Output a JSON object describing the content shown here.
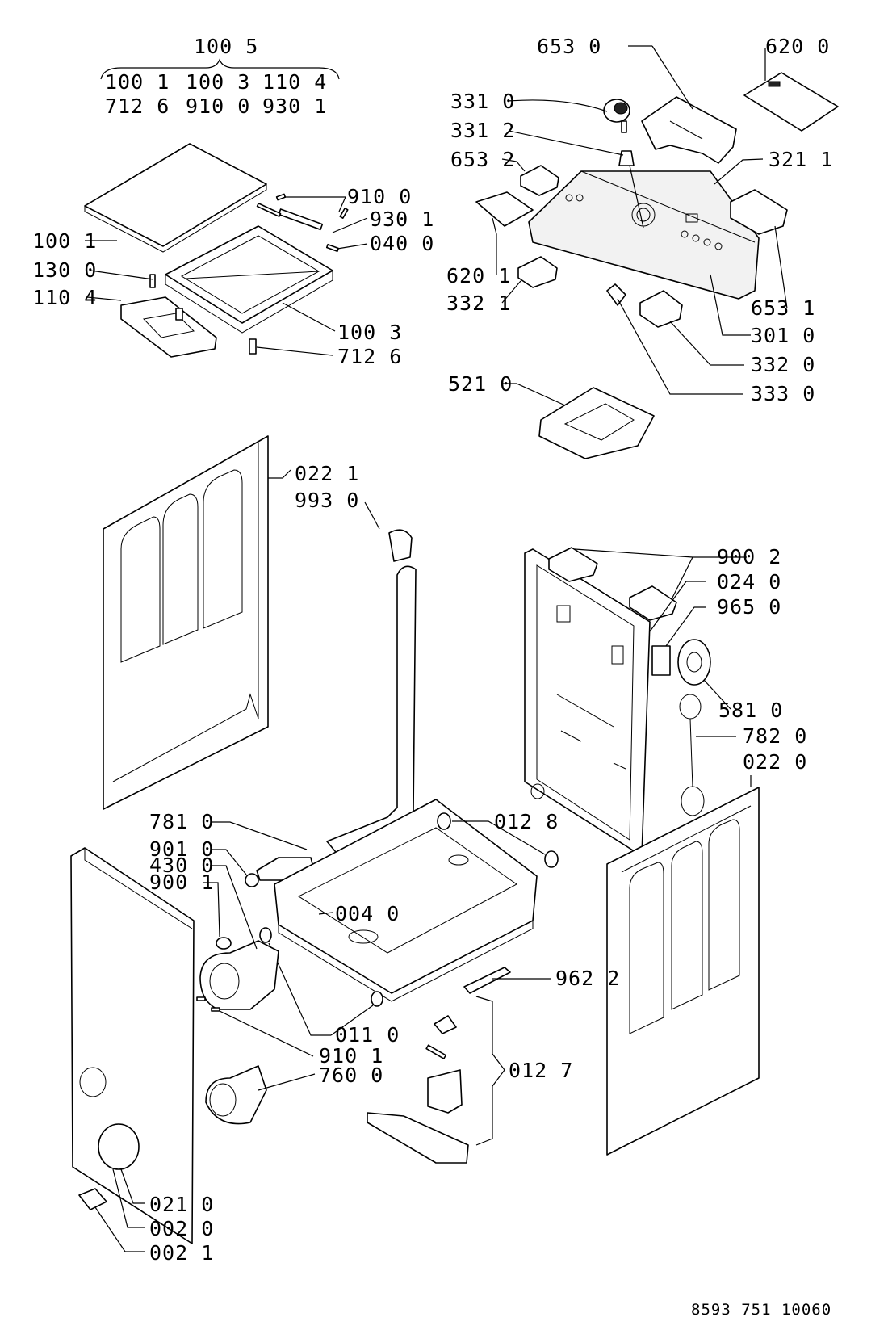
{
  "diagram": {
    "footer_code": "8593 751 10060",
    "group_top": {
      "label": "100 5",
      "members": [
        "100 1",
        "100 3",
        "110 4",
        "712 6",
        "910 0",
        "930 1"
      ]
    },
    "labels": {
      "p9100_top": "910 0",
      "p9301": "930 1",
      "p0400": "040 0",
      "p1001": "100 1",
      "p1300": "130 0",
      "p1104": "110 4",
      "p1003": "100 3",
      "p7126": "712 6",
      "p6530": "653 0",
      "p6200": "620 0",
      "p3310": "331 0",
      "p3312": "331 2",
      "p6532": "653 2",
      "p3211": "321 1",
      "p6201": "620 1",
      "p3321": "332 1",
      "p6531": "653 1",
      "p3010": "301 0",
      "p3320": "332 0",
      "p3330": "333 0",
      "p5210": "521 0",
      "p0221": "022 1",
      "p9930": "993 0",
      "p9002": "900 2",
      "p0240": "024 0",
      "p9650": "965 0",
      "p5810": "581 0",
      "p7820": "782 0",
      "p0220": "022 0",
      "p7810": "781 0",
      "p0128": "012 8",
      "p9010": "901 0",
      "p4300": "430 0",
      "p9001": "900 1",
      "p0040": "004 0",
      "p9622": "962 2",
      "p0110": "011 0",
      "p9101": "910 1",
      "p7600": "760 0",
      "p0127": "012 7",
      "p0210": "021 0",
      "p0020": "002 0",
      "p0021": "002 1"
    }
  }
}
